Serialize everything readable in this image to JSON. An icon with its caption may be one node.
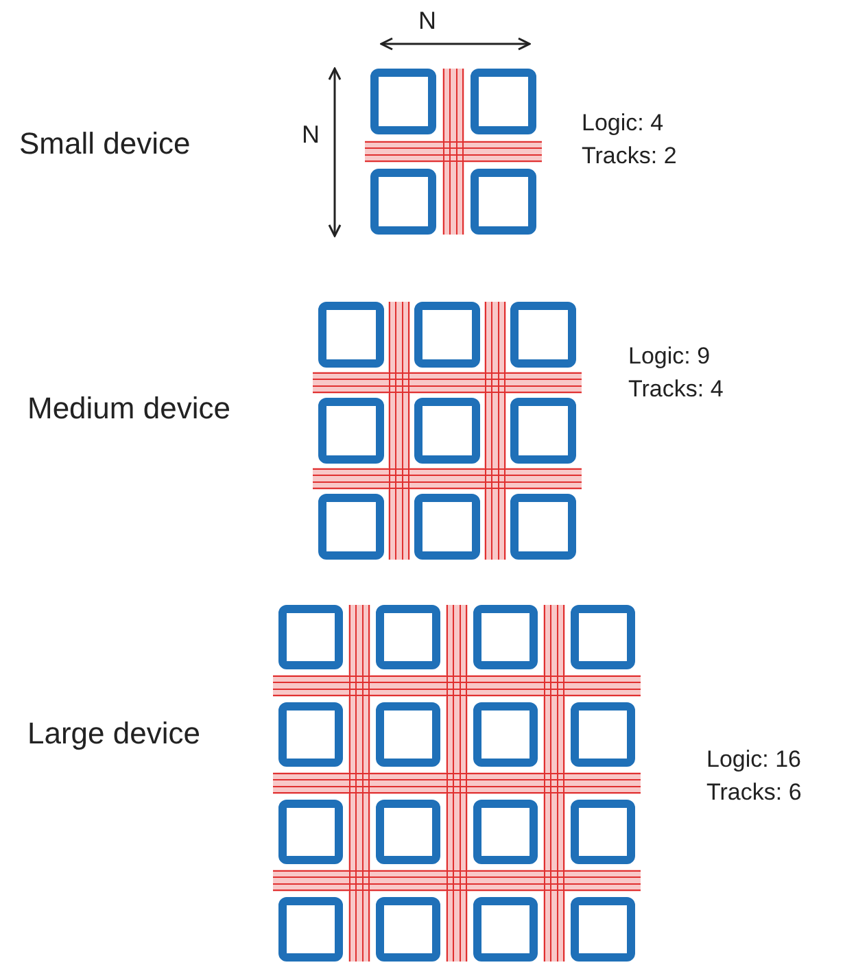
{
  "diagram": {
    "labels": [
      "N",
      "N",
      "Small device",
      "Logic: 4",
      "Tracks: 2",
      "Medium device",
      "Logic: 9",
      "Tracks: 4",
      "Large device",
      "Logic: 16",
      "Tracks: 6"
    ]
  }
}
